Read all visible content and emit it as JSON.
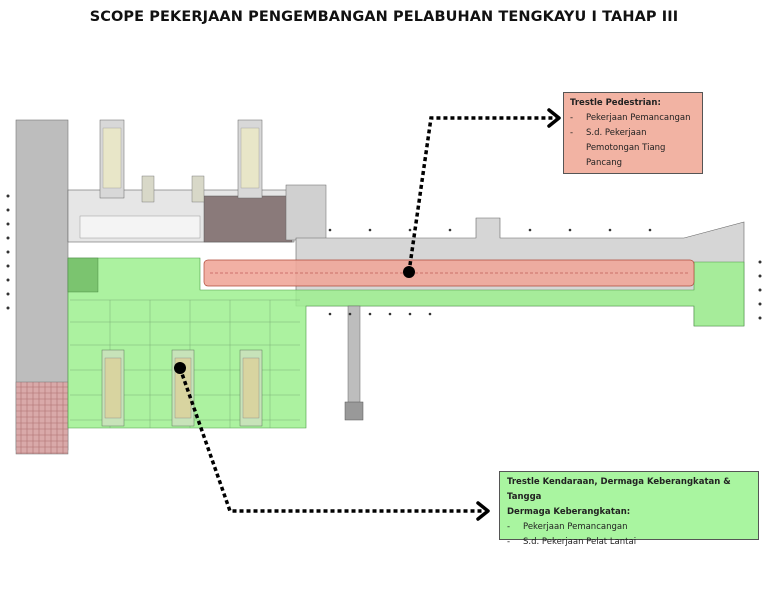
{
  "title": "SCOPE PEKERJAAN PENGEMBANGAN PELABUHAN TENGKAYU I TAHAP III",
  "callout_pedestrian": {
    "heading": "Trestle Pedestrian:",
    "items": [
      {
        "dash": "-",
        "text": "Pekerjaan Pemancangan"
      },
      {
        "dash": "-",
        "text": "S.d. Pekerjaan Pemotongan Tiang Pancang"
      }
    ],
    "color": "#f2b3a3"
  },
  "callout_kendaraan": {
    "heading_line1": "Trestle Kendaraan, Dermaga Keberangkatan & Tangga",
    "heading_line2": "Dermaga Keberangkatan:",
    "items": [
      {
        "dash": "-",
        "text": "Pekerjaan Pemancangan"
      },
      {
        "dash": "-",
        "text": "S.d. Pekerjaan Pelat Lantai"
      }
    ],
    "color": "#a9f5a0"
  },
  "zones": {
    "pedestrian_color": "#f0a79a",
    "vehicle_color": "#9df08f"
  }
}
